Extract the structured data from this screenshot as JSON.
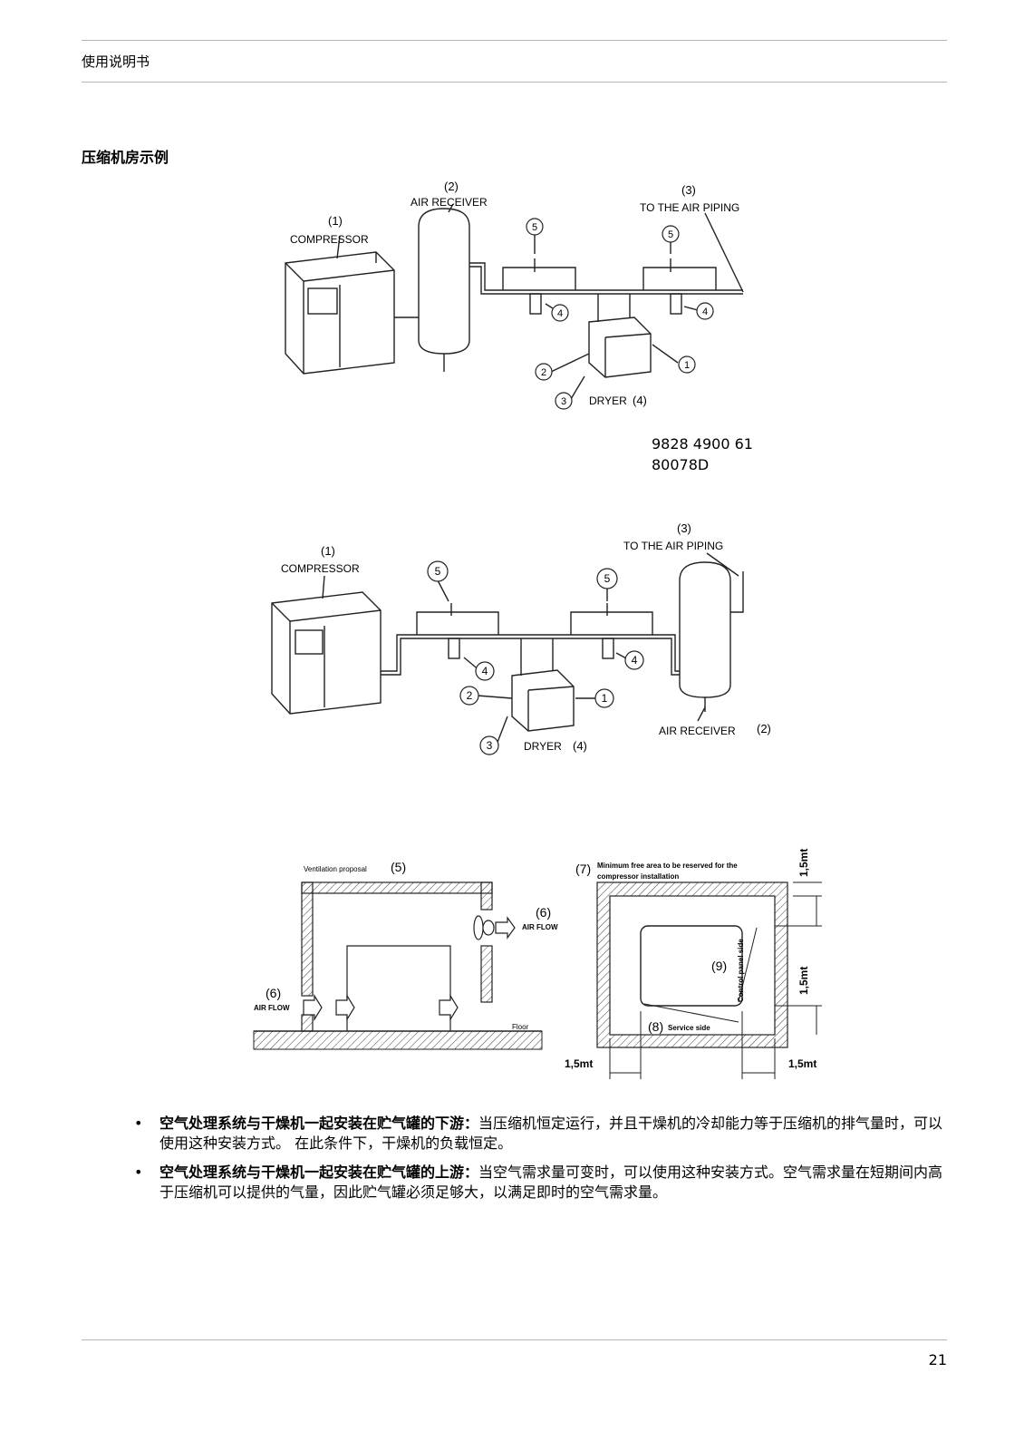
{
  "header": {
    "title": "使用说明书"
  },
  "section": {
    "title": "压缩机房示例"
  },
  "diagram1": {
    "compressor_num": "(1)",
    "compressor_label": "COMPRESSOR",
    "receiver_num": "(2)",
    "receiver_label": "AIR RECEIVER",
    "piping_num": "(3)",
    "piping_label": "TO THE AIR PIPING",
    "dryer_label": "DRYER",
    "dryer_num": "(4)",
    "callouts": [
      "1",
      "2",
      "3",
      "4",
      "5"
    ],
    "code_line1": "9828 4900 61",
    "code_line2": "80078D"
  },
  "diagram2": {
    "compressor_num": "(1)",
    "compressor_label": "COMPRESSOR",
    "piping_num": "(3)",
    "piping_label": "TO THE AIR PIPING",
    "receiver_label": "AIR RECEIVER",
    "receiver_num": "(2)",
    "dryer_label": "DRYER",
    "dryer_num": "(4)",
    "callouts": [
      "1",
      "2",
      "3",
      "4",
      "5"
    ]
  },
  "diagram3": {
    "vent_label": "Ventilation proposal",
    "vent_num": "(5)",
    "airflow_num": "(6)",
    "airflow_label": "AIR FLOW",
    "floor_label": "Floor",
    "min_area_num": "(7)",
    "min_area_line1": "Minimum free area to be reserved for the",
    "min_area_line2": "compressor installation",
    "control_num": "(9)",
    "control_label": "Control panel side",
    "service_num": "(8)",
    "service_label": "Service side",
    "dim": "1,5mt"
  },
  "bullets": [
    {
      "bold": "空气处理系统与干燥机一起安装在贮气罐的下游：",
      "text": "当压缩机恒定运行，并且干燥机的冷却能力等于压缩机的排气量时，可以使用这种安装方式。 在此条件下，干燥机的负载恒定。"
    },
    {
      "bold": "空气处理系统与干燥机一起安装在贮气罐的上游：",
      "text": "当空气需求量可变时，可以使用这种安装方式。空气需求量在短期间内高于压缩机可以提供的气量，因此贮气罐必须足够大，以满足即时的空气需求量。"
    }
  ],
  "footer": {
    "page_number": "21"
  }
}
